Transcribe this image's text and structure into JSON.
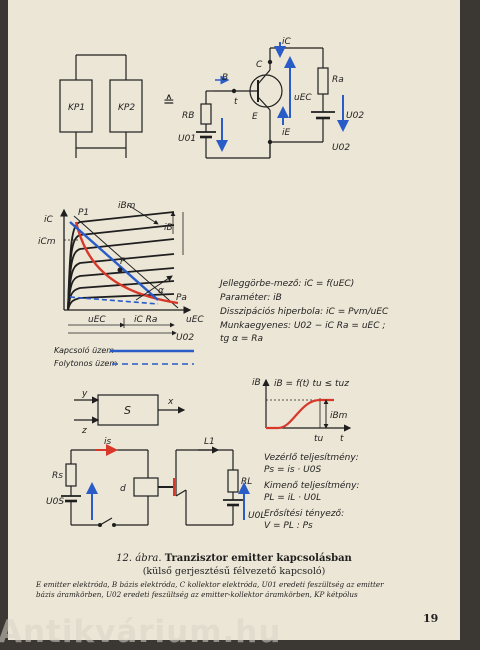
{
  "top_circuit": {
    "kp1": "KP1",
    "kp2": "KP2",
    "equiv_symbol": "≙",
    "lbl_ic": "iC",
    "lbl_c": "C",
    "lbl_b": "B",
    "lbl_t": "t",
    "lbl_e": "E",
    "lbl_ie": "iE",
    "lbl_rb": "RB",
    "lbl_u01": "U01",
    "lbl_uec": "uEC",
    "lbl_ra": "Ra",
    "lbl_u02a": "U02",
    "lbl_u02b": "U02"
  },
  "graph": {
    "lbl_p1": "P1",
    "lbl_ibm": "iBm",
    "lbl_ib": "iB",
    "lbl_icm": "iCm",
    "lbl_ic": "iC",
    "lbl_p": "P",
    "lbl_alpha": "α",
    "lbl_pa": "Pa",
    "lbl_uec": "uEC",
    "lbl_icra": "iC Ra",
    "lbl_uec2": "uEC",
    "lbl_u02": "U02"
  },
  "equations": {
    "line1": "Jelleggörbe-mező: iC = f(uEC)",
    "line2": "Paraméter: iB",
    "line3": "Disszipációs hiperbola: iC = Pvm/uEC",
    "line4": "Munkaegyenes: U02 − iC Ra = uEC ;",
    "line5": "tg α = Ra"
  },
  "legend": {
    "switching": "Kapcsoló üzem",
    "continuous": "Folytonos üzem"
  },
  "block": {
    "label_s": "S",
    "lbl_y": "y",
    "lbl_z": "z",
    "lbl_x": "x"
  },
  "timing": {
    "lbl_ib": "iB",
    "eq": "iB = f(t)  tu ≤ tuz",
    "lbl_ibm": "iBm",
    "lbl_tu": "tu",
    "lbl_t": "t"
  },
  "bottom_circuit": {
    "lbl_is": "is",
    "lbl_l1": "L1",
    "lbl_rs": "Rs",
    "lbl_u0s": "U0S",
    "lbl_d": "d",
    "lbl_rl": "RL",
    "lbl_u0l": "U0L"
  },
  "power": {
    "ctrl_title": "Vezérlő teljesítmény:",
    "ctrl_eq": "Ps = is · U0S",
    "out_title": "Kimenő teljesítmény:",
    "out_eq": "PL = iL · U0L",
    "gain_title": "Erősítési tényező:",
    "gain_eq": "V = PL : Ps"
  },
  "caption": {
    "fig_label": "12. ábra.",
    "title": "Tranzisztor emitter kapcsolásban",
    "subtitle": "(külső gerjesztésű félvezető kapcsoló)",
    "legend_line1": "E emitter elektróda, B bázis elektróda, C kollektor elektróda, U01 eredeti feszültség az emitter",
    "legend_line2": "bázis áramkörben, U02 eredeti feszültség az emitter-kollektor áramkörben, KP kétpólus"
  },
  "page_number": "19",
  "watermark": "Antikvárium.hu",
  "colors": {
    "red": "#d8382a",
    "blue": "#2a5cc8",
    "ink": "#1f1f1f",
    "paper": "#ece6d6"
  }
}
